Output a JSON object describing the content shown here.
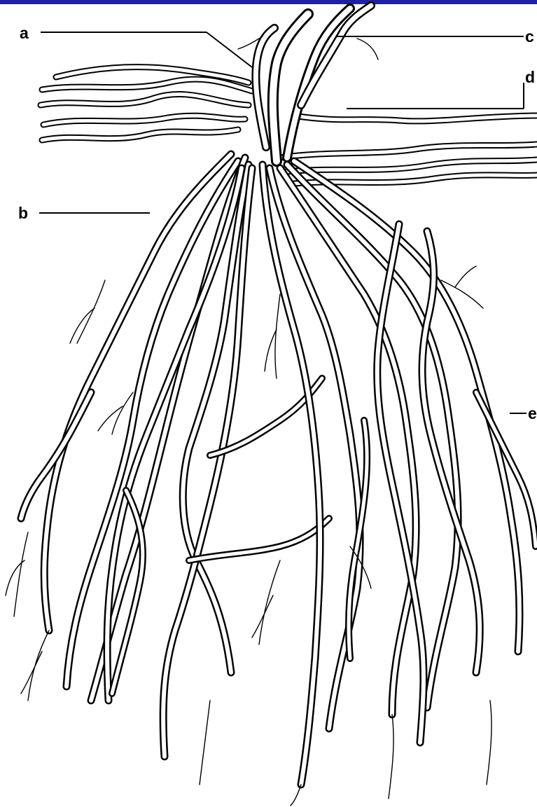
{
  "accent_color": "#1f20a8",
  "diagram": {
    "labels": {
      "a": "a",
      "b": "b",
      "c": "c",
      "d": "d",
      "e": "e"
    }
  }
}
